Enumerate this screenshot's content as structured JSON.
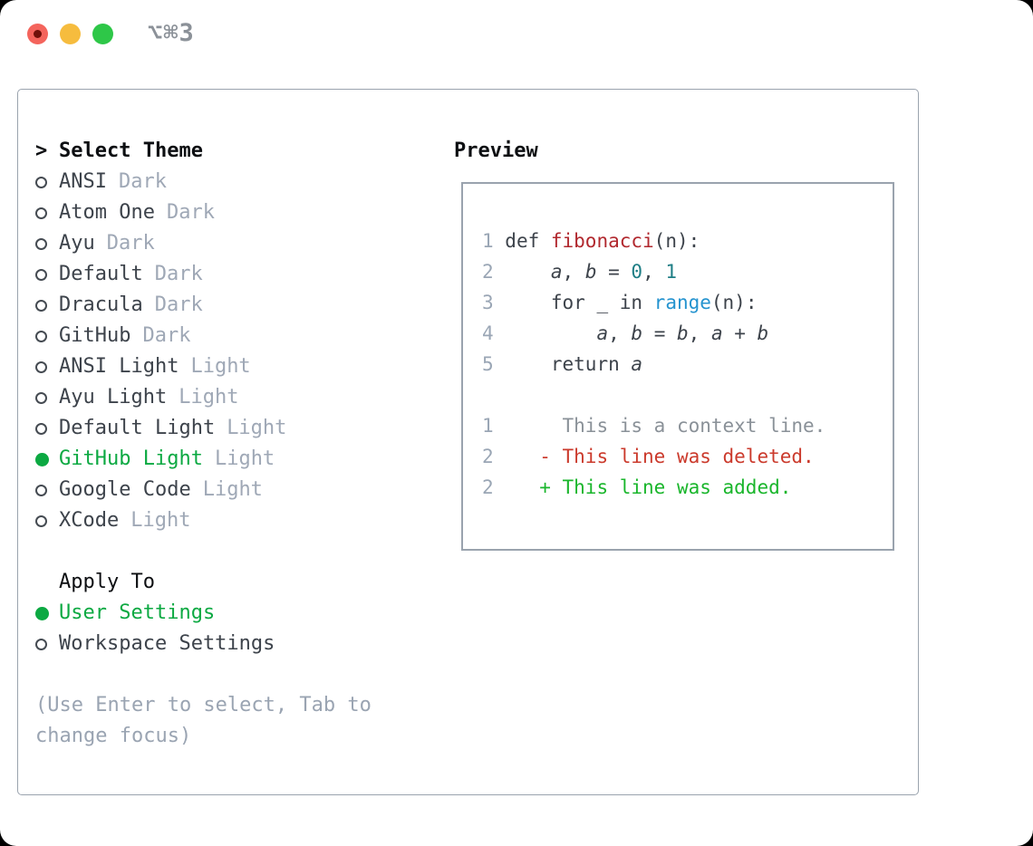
{
  "window": {
    "shortcut_label": "⌥⌘3"
  },
  "theme_picker": {
    "cursor": ">",
    "title": "Select Theme",
    "items": [
      {
        "name": "ANSI",
        "variant": "Dark",
        "selected": false
      },
      {
        "name": "Atom One",
        "variant": "Dark",
        "selected": false
      },
      {
        "name": "Ayu",
        "variant": "Dark",
        "selected": false
      },
      {
        "name": "Default",
        "variant": "Dark",
        "selected": false
      },
      {
        "name": "Dracula",
        "variant": "Dark",
        "selected": false
      },
      {
        "name": "GitHub",
        "variant": "Dark",
        "selected": false
      },
      {
        "name": "ANSI Light",
        "variant": "Light",
        "selected": false
      },
      {
        "name": "Ayu Light",
        "variant": "Light",
        "selected": false
      },
      {
        "name": "Default Light",
        "variant": "Light",
        "selected": false
      },
      {
        "name": "GitHub Light",
        "variant": "Light",
        "selected": true
      },
      {
        "name": "Google Code",
        "variant": "Light",
        "selected": false
      },
      {
        "name": "XCode",
        "variant": "Light",
        "selected": false
      }
    ],
    "apply_to": {
      "title": "Apply To",
      "options": [
        {
          "label": "User Settings",
          "selected": true
        },
        {
          "label": "Workspace Settings",
          "selected": false
        }
      ]
    },
    "help_text": "(Use Enter to select, Tab to change focus)"
  },
  "preview": {
    "title": "Preview",
    "code_lines": [
      {
        "num": "1",
        "tokens": [
          {
            "text": "def ",
            "style": "plain"
          },
          {
            "text": "fibonacci",
            "style": "function"
          },
          {
            "text": "(n):",
            "style": "plain"
          }
        ]
      },
      {
        "num": "2",
        "tokens": [
          {
            "text": "    ",
            "style": "plain"
          },
          {
            "text": "a",
            "style": "variable"
          },
          {
            "text": ", ",
            "style": "plain"
          },
          {
            "text": "b",
            "style": "variable"
          },
          {
            "text": " = ",
            "style": "plain"
          },
          {
            "text": "0",
            "style": "number"
          },
          {
            "text": ", ",
            "style": "plain"
          },
          {
            "text": "1",
            "style": "number"
          }
        ]
      },
      {
        "num": "3",
        "tokens": [
          {
            "text": "    for _ in ",
            "style": "plain"
          },
          {
            "text": "range",
            "style": "builtin"
          },
          {
            "text": "(n):",
            "style": "plain"
          }
        ]
      },
      {
        "num": "4",
        "tokens": [
          {
            "text": "        ",
            "style": "plain"
          },
          {
            "text": "a",
            "style": "variable"
          },
          {
            "text": ", ",
            "style": "plain"
          },
          {
            "text": "b",
            "style": "variable"
          },
          {
            "text": " = ",
            "style": "plain"
          },
          {
            "text": "b",
            "style": "variable"
          },
          {
            "text": ", ",
            "style": "plain"
          },
          {
            "text": "a",
            "style": "variable"
          },
          {
            "text": " + ",
            "style": "plain"
          },
          {
            "text": "b",
            "style": "variable"
          }
        ]
      },
      {
        "num": "5",
        "tokens": [
          {
            "text": "    return ",
            "style": "plain"
          },
          {
            "text": "a",
            "style": "variable"
          }
        ]
      }
    ],
    "diff_lines": [
      {
        "num": "1",
        "marker": " ",
        "text": "This is a context line.",
        "kind": "context"
      },
      {
        "num": "2",
        "marker": "-",
        "text": "This line was deleted.",
        "kind": "deleted"
      },
      {
        "num": "2",
        "marker": "+",
        "text": "This line was added.",
        "kind": "added"
      }
    ]
  },
  "colors": {
    "accent_green": "#0ca942",
    "added_green": "#1ab62c",
    "deleted_red": "#cb3a2c",
    "function_red": "#b1282e",
    "number_teal": "#1e7e85",
    "builtin_blue": "#2493cf",
    "context_gray": "#8a9198",
    "line_number_gray": "#9aa6b5",
    "muted_gray": "#9aa4b2",
    "text_dark": "#3d434b",
    "heading_black": "#0d0f12",
    "border_gray": "#9aa3ae",
    "traffic_red": "#f4645c",
    "traffic_red_dot": "#701009",
    "traffic_yellow": "#f6bc3e",
    "traffic_green": "#2ec748"
  }
}
